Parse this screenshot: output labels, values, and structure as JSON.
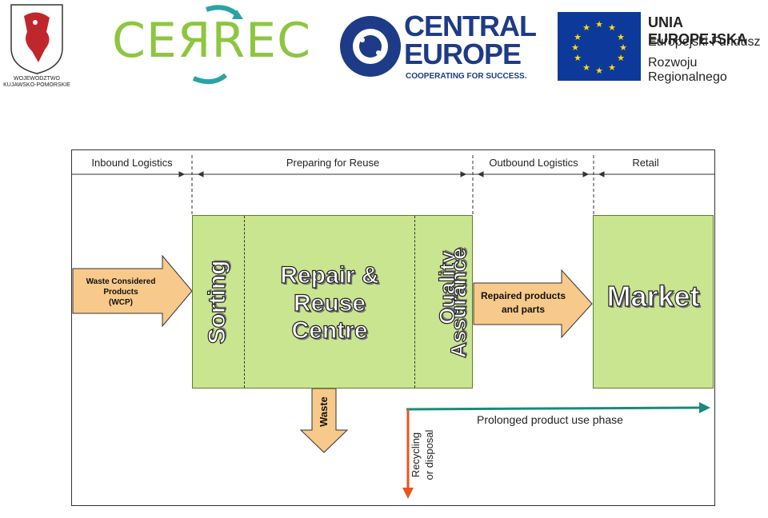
{
  "logos": {
    "regional_label_line1": "WOJEWÓDZTWO",
    "regional_label_line2": "KUJAWSKO-POMORSKIE",
    "cerrec": "CEЯREC",
    "central_europe_line1": "CENTRAL",
    "central_europe_line2": "EUROPE",
    "central_europe_slogan": "COOPERATING FOR SUCCESS.",
    "eu_title": "UNIA EUROPEJSKA",
    "eu_line1": "Europejski Fundusz",
    "eu_line2": "Rozwoju Regionalnego"
  },
  "diagram": {
    "phases": [
      "Inbound Logistics",
      "Preparing for Reuse",
      "Outbound Logistics",
      "Retail"
    ],
    "boxes": {
      "sorting": "Sorting",
      "repair_line1": "Repair & Reuse",
      "repair_line2": "Centre",
      "quality_line1": "Quality",
      "quality_line2": "Assurance",
      "market": "Market"
    },
    "arrows": {
      "input_line1": "Waste Considered Products",
      "input_line2": "(WCP)",
      "output_line1": "Repaired products",
      "output_line2": "and parts",
      "waste": "Waste",
      "prolonged": "Prolonged product use phase",
      "recycling_line1": "Recycling",
      "recycling_line2": "or disposal"
    },
    "colors": {
      "box_fill": "#c9e58f",
      "arrow_fill": "#f7c98a",
      "teal": "#1a8a7a",
      "red": "#e8541e"
    }
  }
}
